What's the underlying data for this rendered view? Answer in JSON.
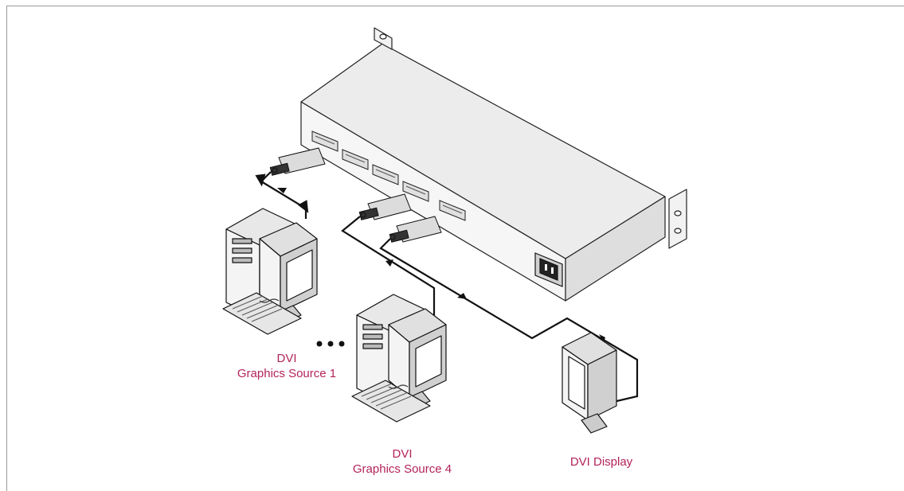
{
  "labels": {
    "source1": {
      "line1": "DVI",
      "line2": "Graphics Source 1"
    },
    "source4": {
      "line1": "DVI",
      "line2": "Graphics Source 4"
    },
    "display": {
      "line1": "DVI Display"
    },
    "ellipsis": "• • •"
  },
  "colors": {
    "caption": "#b3235a",
    "line": "#1a1a1a",
    "device": "#f2f2f2",
    "shade": "#c8c8c8",
    "frame": "#9a9a9a"
  }
}
